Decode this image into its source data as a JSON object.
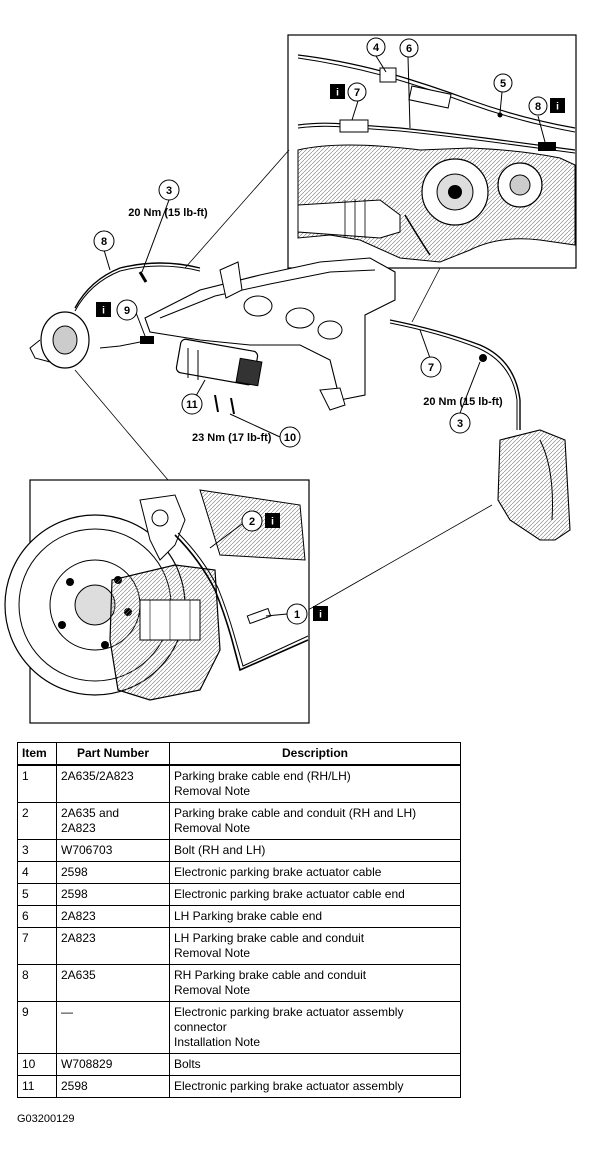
{
  "diagram": {
    "callouts": {
      "top_4": "4",
      "top_6": "6",
      "top_5": "5",
      "top_7": "7",
      "top_8": "8",
      "main_3_left": "3",
      "main_8": "8",
      "main_9": "9",
      "main_11": "11",
      "main_10": "10",
      "main_7": "7",
      "main_3_right": "3",
      "bottom_2": "2",
      "bottom_1": "1"
    },
    "torque": {
      "left": "20 Nm (15 lb-ft)",
      "right": "20 Nm (15 lb-ft)",
      "bottom": "23 Nm (17 lb-ft)"
    },
    "info_symbol": "i"
  },
  "table": {
    "headers": [
      "Item",
      "Part Number",
      "Description"
    ],
    "rows": [
      {
        "item": "1",
        "part": [
          "2A635/2A823"
        ],
        "desc": [
          "Parking brake cable end (RH/LH)",
          "Removal Note"
        ]
      },
      {
        "item": "2",
        "part": [
          "2A635 and",
          "2A823"
        ],
        "desc": [
          "Parking brake cable and conduit (RH and LH)",
          "Removal Note"
        ]
      },
      {
        "item": "3",
        "part": [
          "W706703"
        ],
        "desc": [
          "Bolt (RH and LH)"
        ]
      },
      {
        "item": "4",
        "part": [
          "2598"
        ],
        "desc": [
          "Electronic parking brake actuator cable"
        ]
      },
      {
        "item": "5",
        "part": [
          "2598"
        ],
        "desc": [
          "Electronic parking brake actuator cable end"
        ]
      },
      {
        "item": "6",
        "part": [
          "2A823"
        ],
        "desc": [
          "LH Parking brake cable end"
        ]
      },
      {
        "item": "7",
        "part": [
          "2A823"
        ],
        "desc": [
          "LH Parking brake cable and conduit",
          "Removal Note"
        ]
      },
      {
        "item": "8",
        "part": [
          "2A635"
        ],
        "desc": [
          "RH Parking brake cable and conduit",
          "Removal Note"
        ]
      },
      {
        "item": "9",
        "part": [
          "—"
        ],
        "desc": [
          "Electronic parking brake actuator assembly",
          "connector",
          "Installation Note"
        ]
      },
      {
        "item": "10",
        "part": [
          "W708829"
        ],
        "desc": [
          "Bolts"
        ]
      },
      {
        "item": "11",
        "part": [
          "2598"
        ],
        "desc": [
          "Electronic parking brake actuator assembly"
        ]
      }
    ]
  },
  "figure_id": "G03200129"
}
